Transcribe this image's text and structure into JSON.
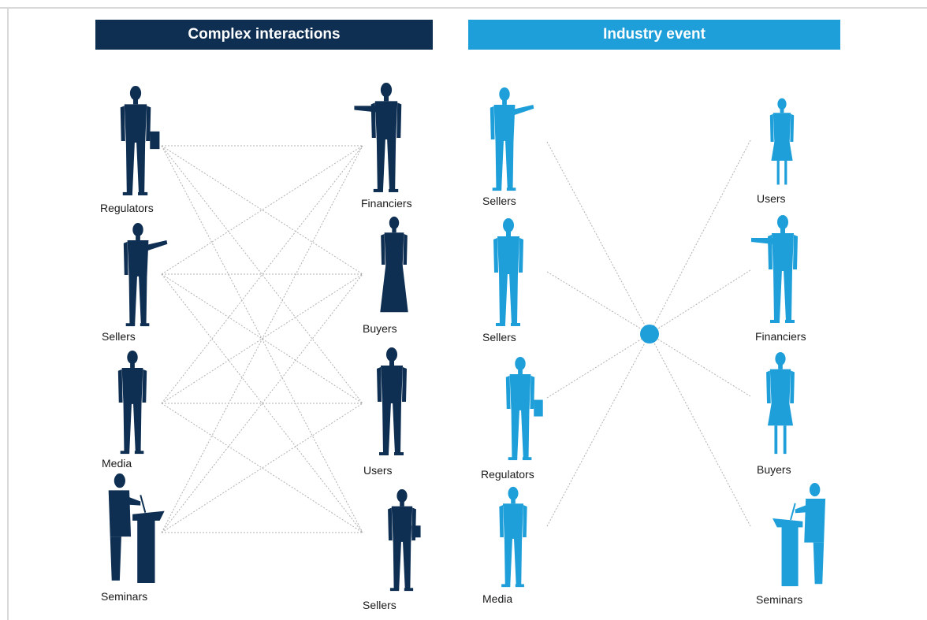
{
  "colors": {
    "navy": "#0e2e52",
    "cyan": "#1e9fd9",
    "line": "#b0b0b0",
    "frame": "#d9d9d9"
  },
  "left_panel": {
    "title": "Complex interactions",
    "left_labels": [
      "Regulators",
      "Sellers",
      "Media",
      "Seminars"
    ],
    "right_labels": [
      "Financiers",
      "Buyers",
      "Users",
      "Sellers"
    ]
  },
  "right_panel": {
    "title": "Industry event",
    "left_labels": [
      "Sellers",
      "Sellers",
      "Regulators",
      "Media"
    ],
    "right_labels": [
      "Users",
      "Financiers",
      "Buyers",
      "Seminars"
    ]
  }
}
